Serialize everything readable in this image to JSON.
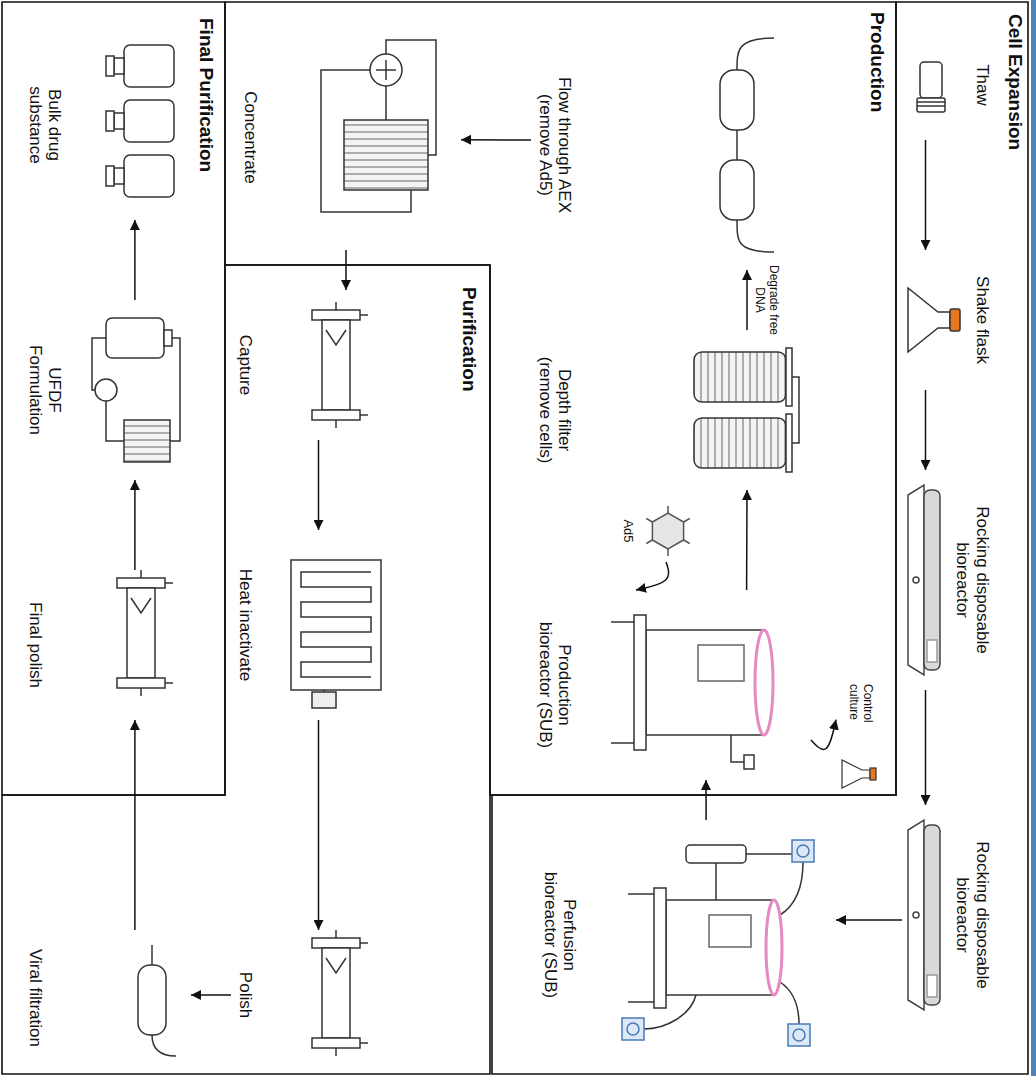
{
  "diagram": {
    "nodes": [
      {
        "text": [
          "Cell Expansion"
        ]
      },
      {
        "text": [
          "Thaw"
        ],
        "in": 0
      },
      {
        "text": [
          "Shake flask"
        ],
        "in": 0
      },
      {
        "text": [
          "Rocking disposable bioreactor"
        ],
        "in": 0
      },
      {
        "text": [
          "Rocking disposable bioreactor"
        ],
        "in": 0
      },
      {
        "text": [
          "Perfusion bioreactor (SUB)"
        ],
        "in": 0
      },
      {
        "text": [
          "Production"
        ]
      },
      {
        "text": [
          "Production bioreactor (SUB)"
        ],
        "in": 6
      },
      {
        "text": [
          "Control culture"
        ],
        "in": 6
      },
      {
        "text": [
          "Ad5"
        ],
        "in": 6
      },
      {
        "text": [
          "Depth filter (remove cells)"
        ],
        "in": 6
      },
      {
        "text": [
          "Flow through AEX (remove Ad5)"
        ],
        "in": 6
      },
      {
        "text": [
          "Concentrate"
        ],
        "in": 6
      },
      {
        "text": [
          "Purification"
        ]
      },
      {
        "text": [
          "Capture"
        ],
        "in": 13
      },
      {
        "text": [
          "Heat inactivate"
        ],
        "in": 13
      },
      {
        "text": [
          "Polish"
        ],
        "in": 13
      },
      {
        "text": [
          "Viral filtration"
        ],
        "in": 13
      },
      {
        "text": [
          "Final Purification"
        ]
      },
      {
        "text": [
          "Final polish"
        ],
        "in": 18
      },
      {
        "text": [
          "UFDF Formulation"
        ],
        "in": 18
      },
      {
        "text": [
          "Bulk drug substance"
        ],
        "in": 18
      }
    ],
    "edges": [
      {
        "from": 1,
        "to": 2,
        "arrow": "to"
      },
      {
        "from": 2,
        "to": 3,
        "arrow": "to"
      },
      {
        "from": 3,
        "to": 4,
        "arrow": "to"
      },
      {
        "from": 4,
        "to": 5,
        "arrow": "to"
      },
      {
        "from": 5,
        "to": 7,
        "arrow": "to"
      },
      {
        "from": 7,
        "to": 8,
        "arrow": "to"
      },
      {
        "from": 9,
        "to": 7,
        "arrow": "to"
      },
      {
        "from": 7,
        "to": 10,
        "arrow": "to"
      },
      {
        "from": 10,
        "to": 11,
        "label": "Degrade free DNA",
        "arrow": "to"
      },
      {
        "from": 11,
        "to": 12,
        "arrow": "to"
      },
      {
        "from": 12,
        "to": 14,
        "arrow": "to"
      },
      {
        "from": 14,
        "to": 15,
        "arrow": "to"
      },
      {
        "from": 15,
        "to": 16,
        "arrow": "to"
      },
      {
        "from": 16,
        "to": 17,
        "arrow": "to"
      },
      {
        "from": 17,
        "to": 19,
        "arrow": "to"
      },
      {
        "from": 19,
        "to": 20,
        "arrow": "to"
      },
      {
        "from": 20,
        "to": 21,
        "arrow": "to"
      }
    ]
  }
}
